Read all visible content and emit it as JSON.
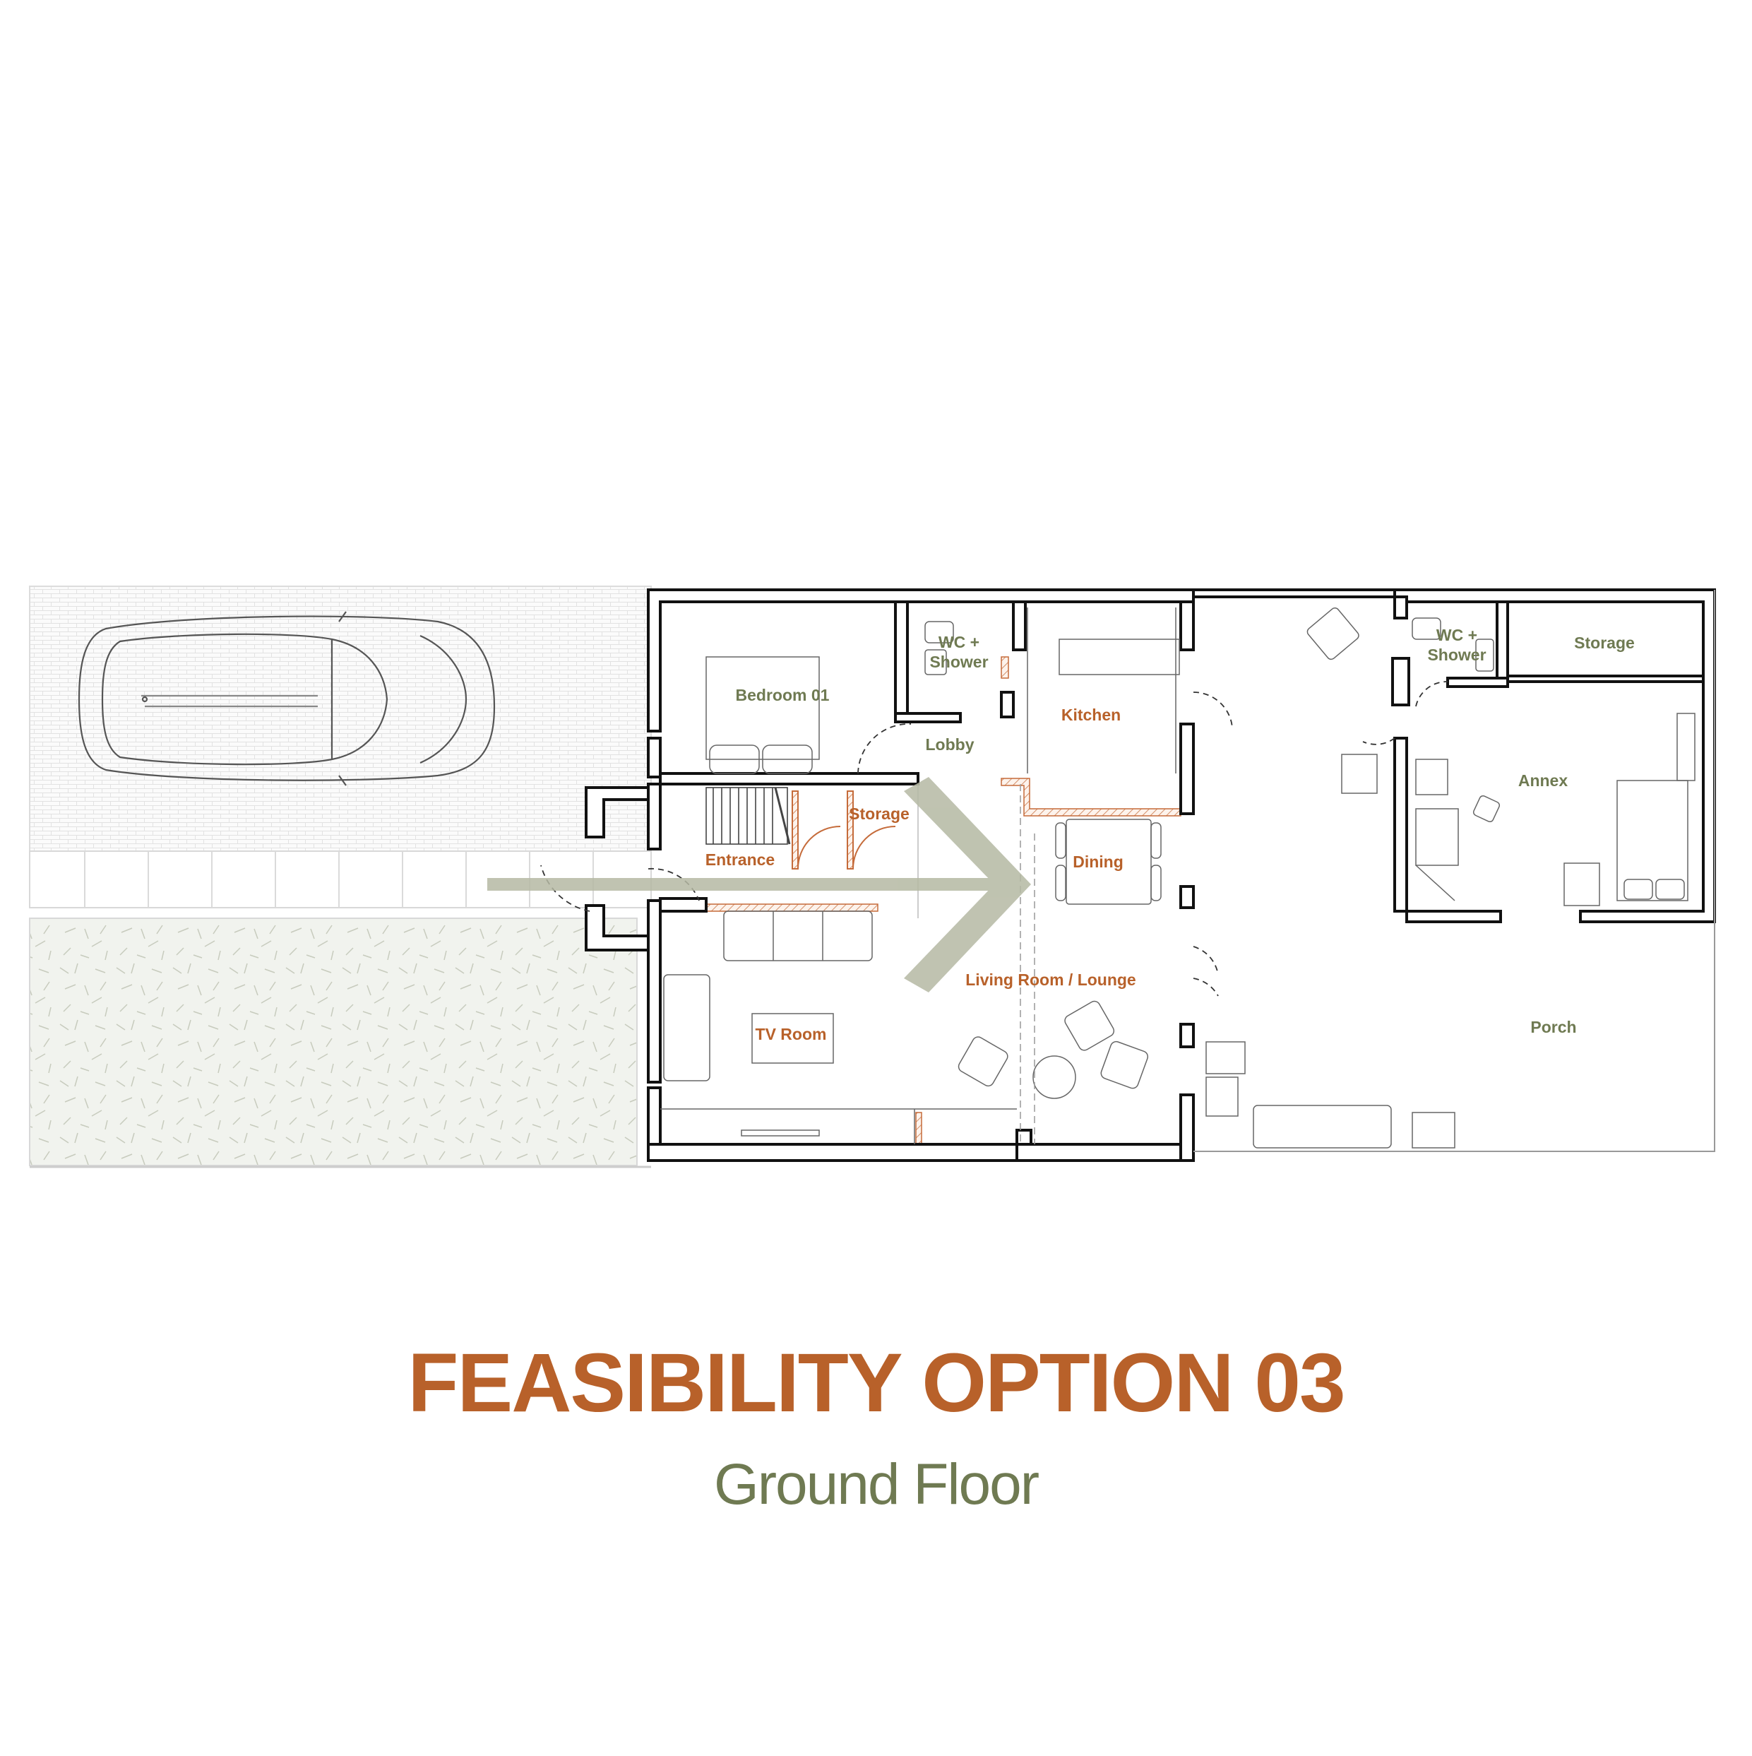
{
  "title": "FEASIBILITY OPTION 03",
  "subtitle": "Ground Floor",
  "colors": {
    "accent_orange": "#b8612a",
    "accent_green": "#6f7a52",
    "wall": "#111111",
    "arrow": "#b5b9a3",
    "paving": "#eef0ea"
  },
  "rooms": {
    "bedroom": "Bedroom 01",
    "wc_left_1": "WC +",
    "wc_left_2": "Shower",
    "lobby": "Lobby",
    "kitchen": "Kitchen",
    "storage_small": "Storage",
    "entrance": "Entrance",
    "dining": "Dining",
    "living": "Living Room / Lounge",
    "tv_room": "TV Room",
    "wc_right_1": "WC +",
    "wc_right_2": "Shower",
    "storage_annex": "Storage",
    "annex": "Annex",
    "porch": "Porch"
  },
  "icons": [
    "car-icon",
    "flow-arrow-icon"
  ]
}
